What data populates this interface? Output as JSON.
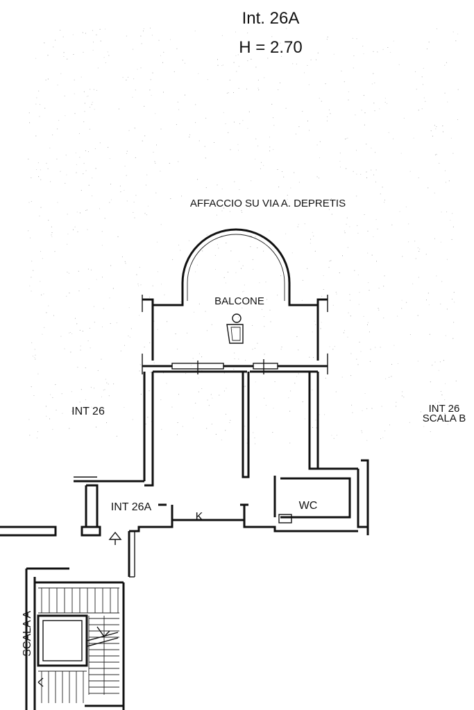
{
  "header": {
    "unit_title": "Int. 26A",
    "height_label": "H = 2.70"
  },
  "labels": {
    "facing": "AFFACCIO SU VIA A. DEPRETIS",
    "balcony": "BALCONE",
    "int26_left": "INT 26",
    "int26_right_line1": "INT 26",
    "int26_right_line2": "SCALA B",
    "int26a": "INT 26A",
    "kitchen": "K",
    "wc": "WC",
    "stair_a": "SCALA A"
  },
  "colors": {
    "ink": "#111111",
    "paper": "#ffffff"
  }
}
